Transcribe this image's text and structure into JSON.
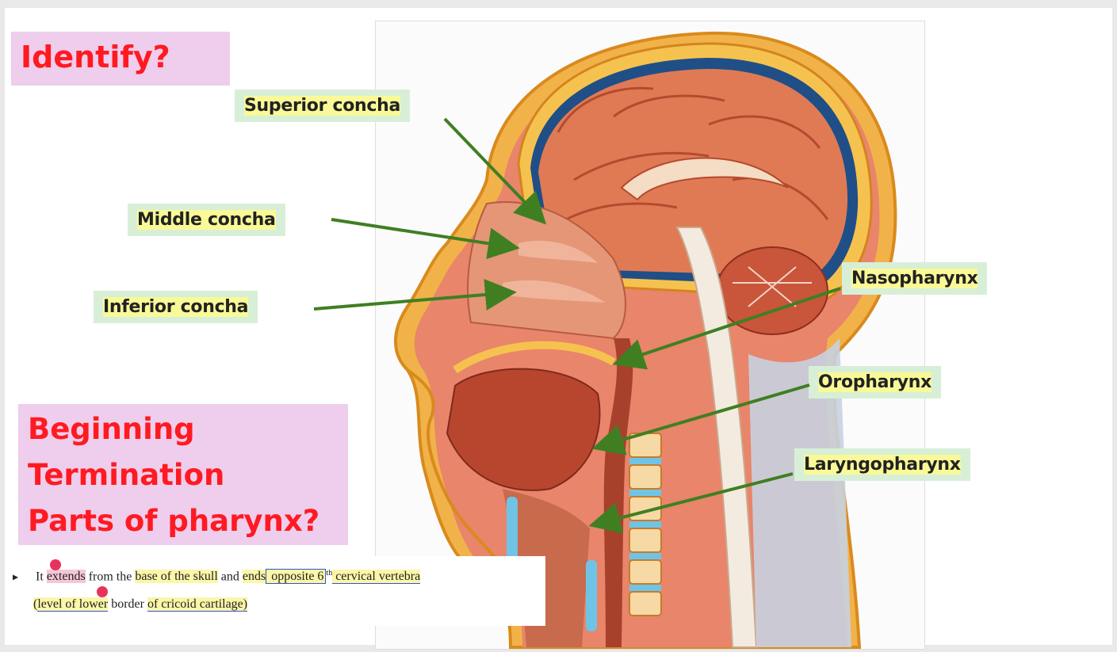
{
  "slide": {
    "question_title": "Identify?",
    "questions": [
      "Beginning",
      "Termination",
      "Parts of pharynx?"
    ]
  },
  "labels": {
    "superior_concha": "Superior concha",
    "middle_concha": "Middle concha",
    "inferior_concha": "Inferior concha",
    "nasopharynx": "Nasopharynx",
    "oropharynx": "Oropharynx",
    "laryngopharynx": "Laryngopharynx"
  },
  "note": {
    "bullet": "▸",
    "w1": "It ",
    "w2": "extends",
    "w3": " from the ",
    "w4": "base of the skull",
    "w5": " and ",
    "w6": "ends",
    "w7": " opposite 6",
    "sup": "th",
    "w8": " cervical vertebra",
    "line2_a": "(",
    "line2_b": "level of lower",
    "line2_c": " border ",
    "line2_d": "of cricoid cartilage)"
  },
  "colors": {
    "title_red": "#ff1a22",
    "pink_box": "#efcdec",
    "label_green": "#d8efd7",
    "highlight_yellow": "#fbf6a8",
    "arrow_green": "#3f7f22"
  }
}
